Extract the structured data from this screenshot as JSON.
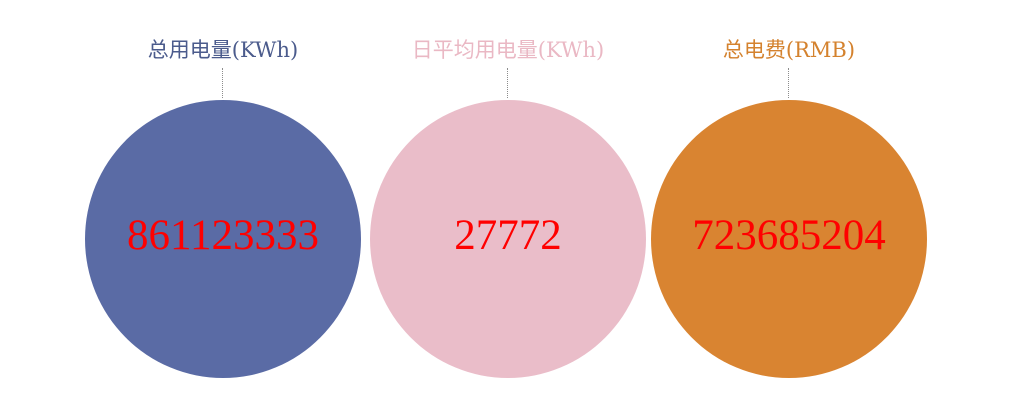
{
  "metrics": [
    {
      "label": "总用电量(KWh)",
      "value": "861123333",
      "color": "#5a6ba5",
      "label_color": "#4b5b8c",
      "value_color": "#ff0000"
    },
    {
      "label": "日平均用电量(KWh)",
      "value": "27772",
      "color": "#eabdc9",
      "label_color": "#eab8c4",
      "value_color": "#ff0000"
    },
    {
      "label": "总电费(RMB)",
      "value": "723685204",
      "color": "#d98431",
      "label_color": "#d4822e",
      "value_color": "#ff0000"
    }
  ]
}
